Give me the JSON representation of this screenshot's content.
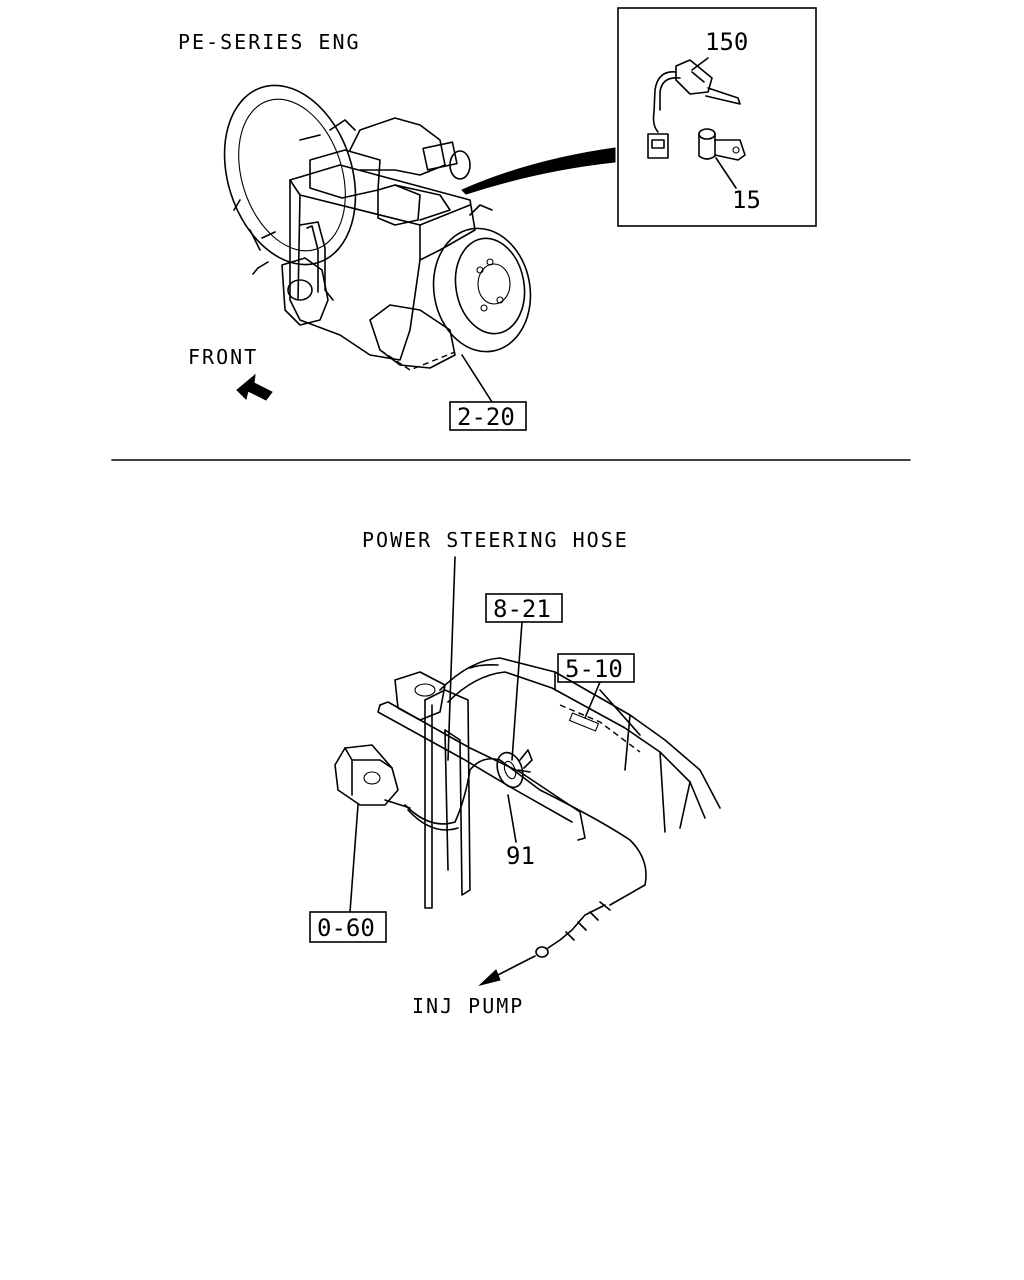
{
  "top_section": {
    "title": "PE-SERIES ENG",
    "front_label": "FRONT",
    "callout_box_ref": "2-20",
    "detail_part_150": "150",
    "detail_part_15": "15"
  },
  "bottom_section": {
    "power_steering_label": "POWER STEERING HOSE",
    "ref_8_21": "8-21",
    "ref_5_10": "5-10",
    "part_91": "91",
    "ref_0_60": "0-60",
    "inj_pump_label": "INJ PUMP"
  }
}
